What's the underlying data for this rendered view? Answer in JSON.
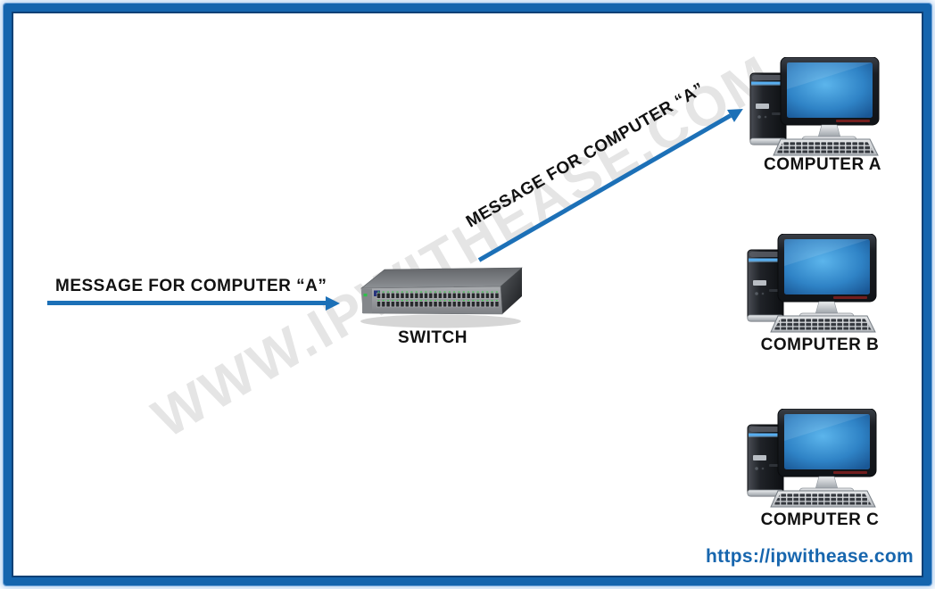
{
  "diagram": {
    "left_message": {
      "label": "MESSAGE FOR COMPUTER “A”"
    },
    "diagonal_message": {
      "label": "MESSAGE FOR COMPUTER “A”"
    },
    "switch": {
      "label": "SWITCH"
    },
    "computers": [
      {
        "id": "a",
        "label": "COMPUTER A"
      },
      {
        "id": "b",
        "label": "COMPUTER B"
      },
      {
        "id": "c",
        "label": "COMPUTER C"
      }
    ],
    "watermark": "WWW.IPWITHEASE.COM",
    "footer_url": "https://ipwithease.com",
    "colors": {
      "arrow": "#1C70B7",
      "frame": "#1565AE",
      "url": "#1766AE",
      "watermark": "#E5E5E5"
    }
  }
}
